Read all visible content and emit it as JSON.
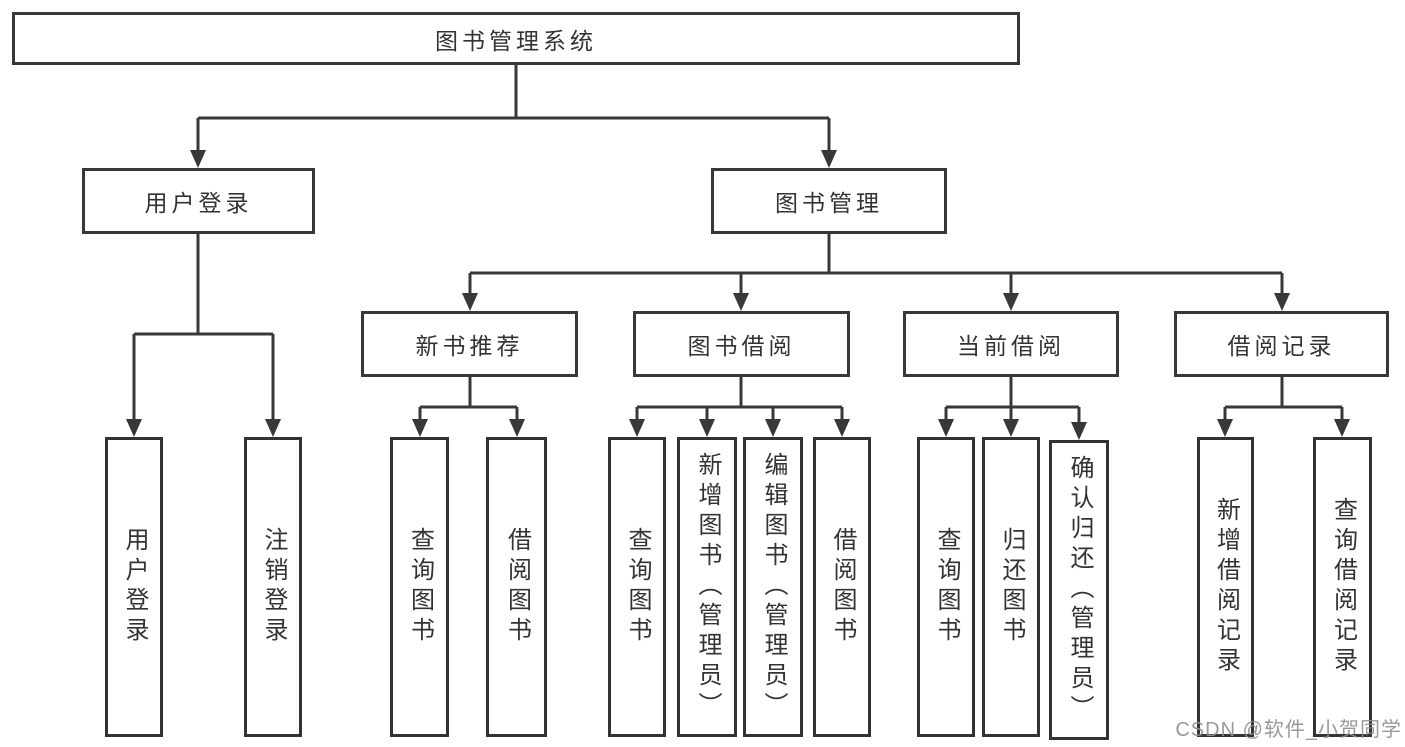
{
  "diagram": {
    "title": "图书管理系统",
    "colors": {
      "line": "#383838",
      "box_border": "#383838",
      "text": "#333333",
      "watermark": "#8f8f8f",
      "background": "#ffffff"
    },
    "root": {
      "label": "图书管理系统"
    },
    "branches": {
      "login": {
        "label": "用户登录",
        "children": [
          {
            "label": "用户登录"
          },
          {
            "label": "注销登录"
          }
        ]
      },
      "management": {
        "label": "图书管理",
        "children": [
          {
            "label": "新书推荐",
            "children": [
              {
                "label": "查询图书"
              },
              {
                "label": "借阅图书"
              }
            ]
          },
          {
            "label": "图书借阅",
            "children": [
              {
                "label": "查询图书"
              },
              {
                "label": "新增图书（管理员）"
              },
              {
                "label": "编辑图书（管理员）"
              },
              {
                "label": "借阅图书"
              }
            ]
          },
          {
            "label": "当前借阅",
            "children": [
              {
                "label": "查询图书"
              },
              {
                "label": "归还图书"
              },
              {
                "label": "确认归还（管理员）"
              }
            ]
          },
          {
            "label": "借阅记录",
            "children": [
              {
                "label": "新增借阅记录"
              },
              {
                "label": "查询借阅记录"
              }
            ]
          }
        ]
      }
    },
    "watermark": "CSDN @软件_小贺同学"
  }
}
